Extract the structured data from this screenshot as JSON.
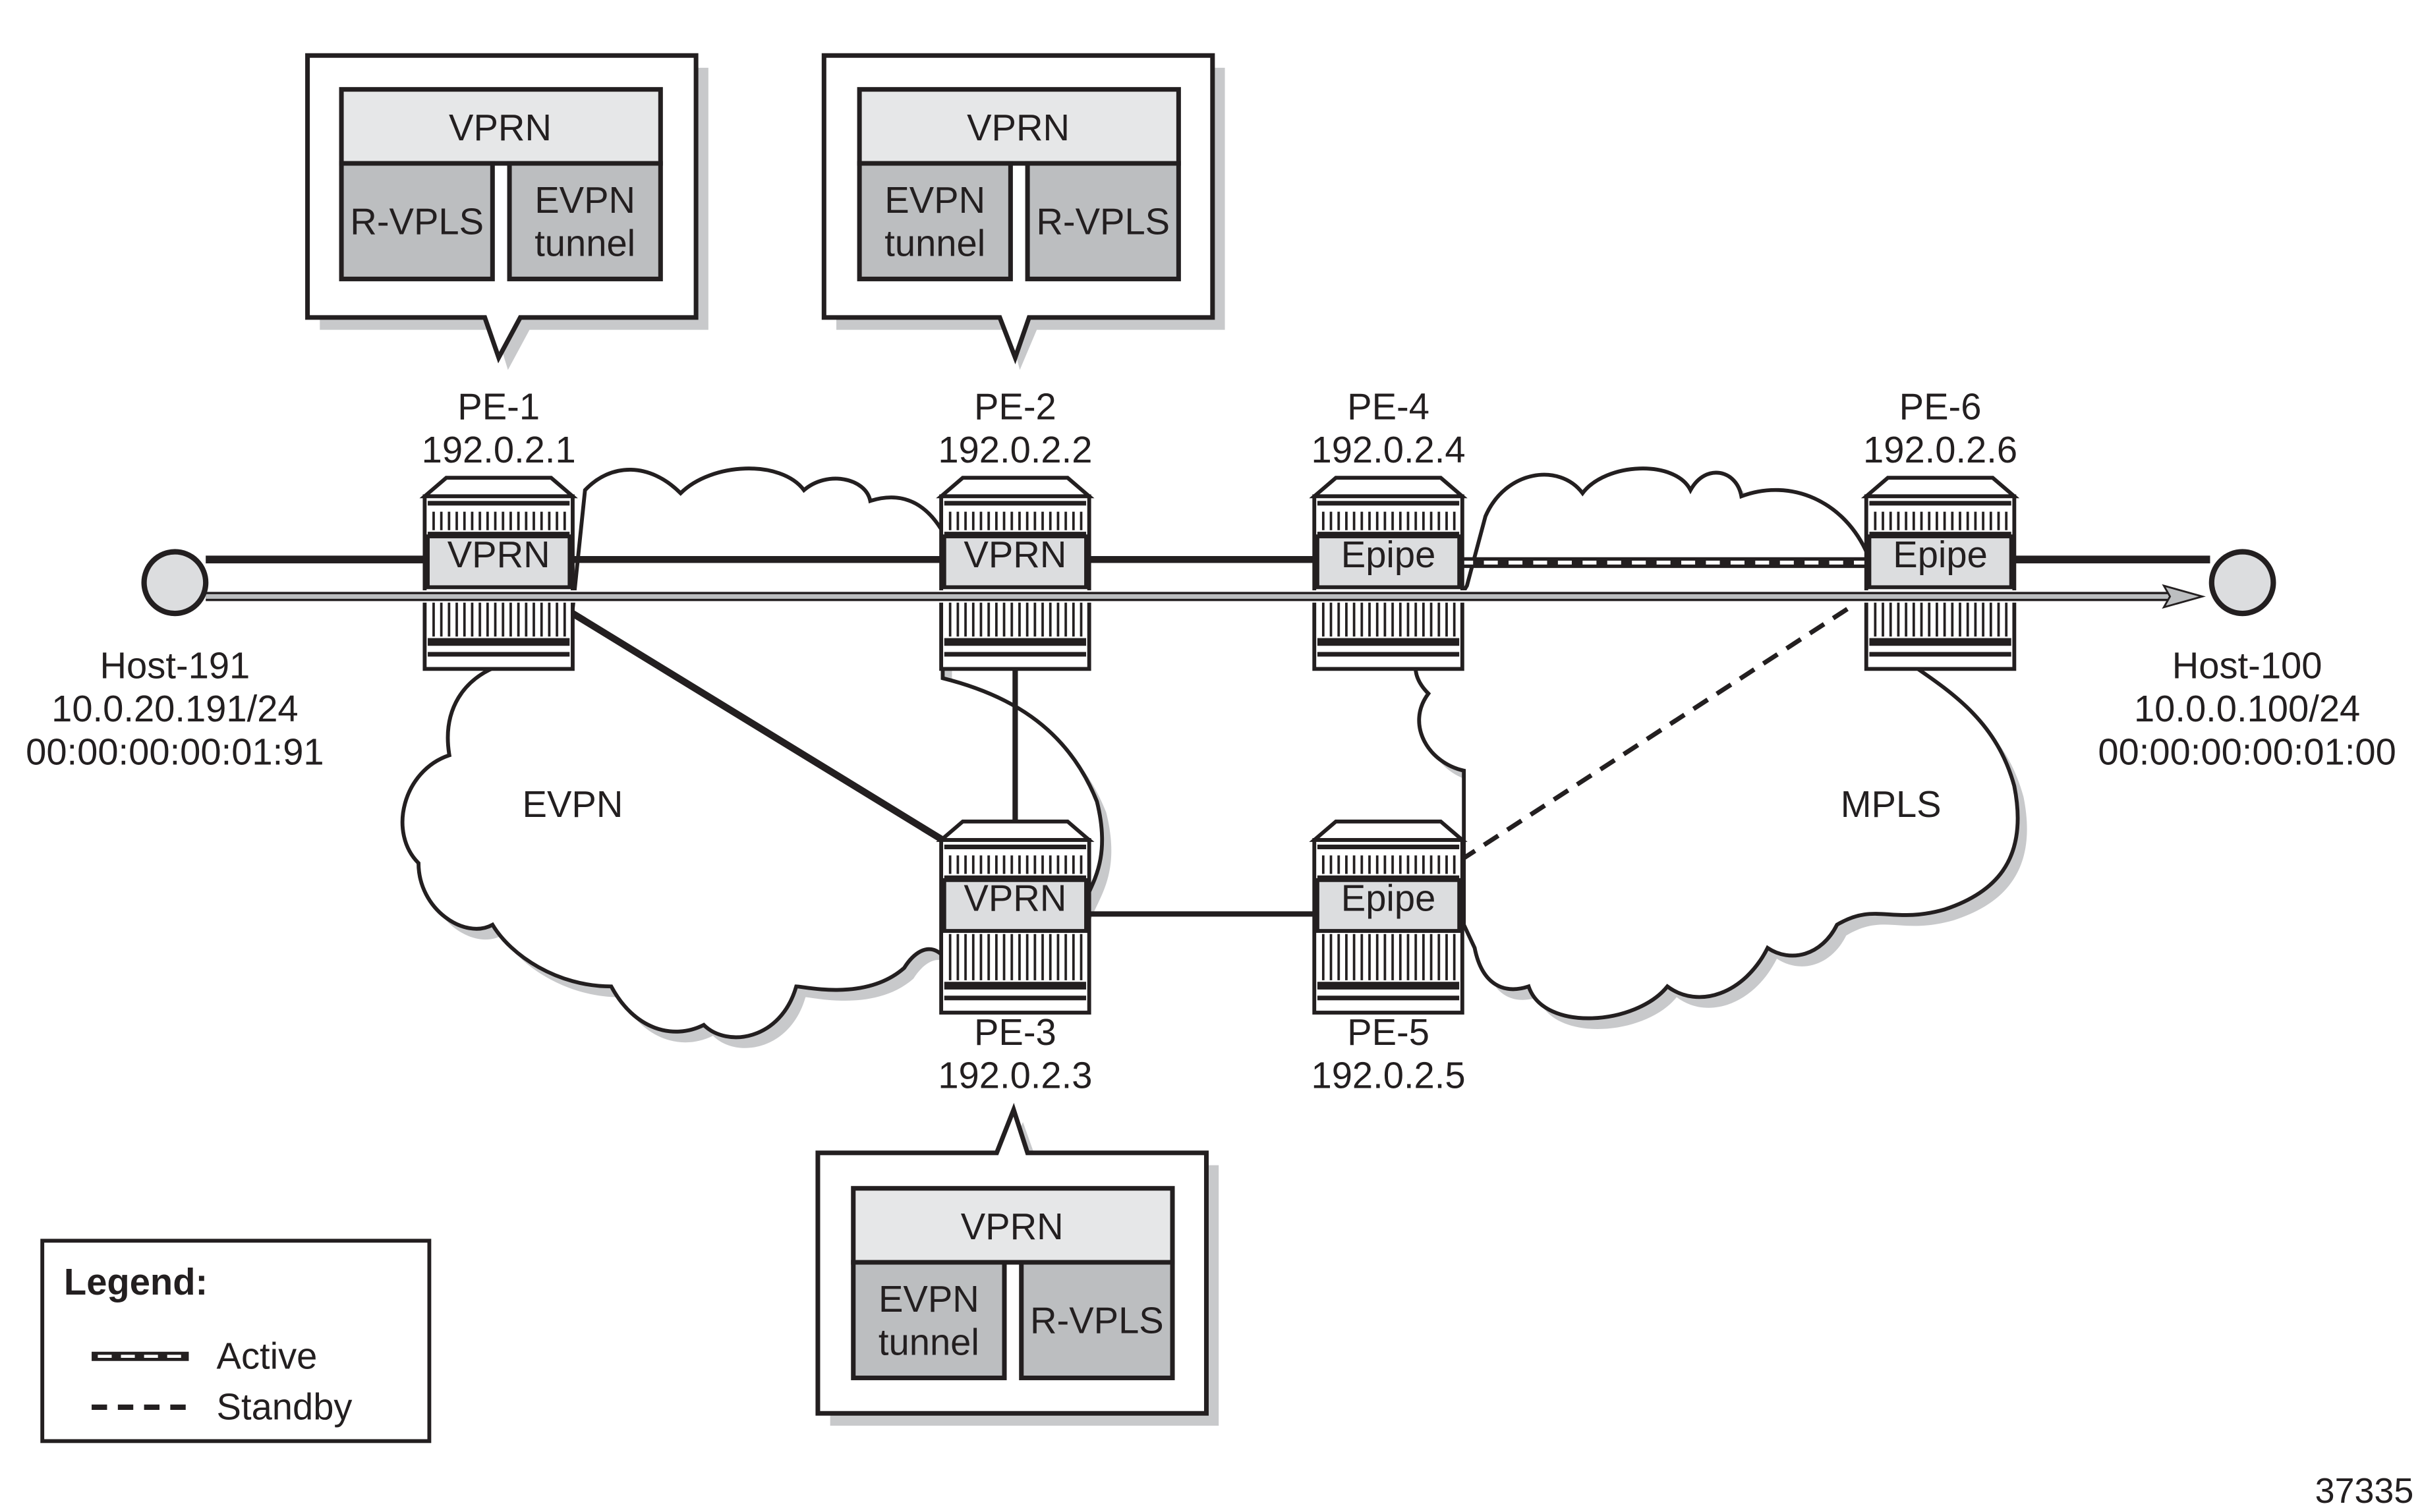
{
  "diagram": {
    "figure_id": "37335",
    "colors": {
      "line": "#231f20",
      "device_fill": "#dcdddf",
      "callout_header_fill": "#e6e7e8",
      "callout_cell_fill": "#bcbec0",
      "shadow": "#c8c9cb",
      "path_arrow": "#bcbec0"
    },
    "nodes": {
      "pe1": {
        "name": "PE-1",
        "ip": "192.0.2.1",
        "service": "VPRN"
      },
      "pe2": {
        "name": "PE-2",
        "ip": "192.0.2.2",
        "service": "VPRN"
      },
      "pe3": {
        "name": "PE-3",
        "ip": "192.0.2.3",
        "service": "VPRN"
      },
      "pe4": {
        "name": "PE-4",
        "ip": "192.0.2.4",
        "service": "Epipe"
      },
      "pe5": {
        "name": "PE-5",
        "ip": "192.0.2.5",
        "service": "Epipe"
      },
      "pe6": {
        "name": "PE-6",
        "ip": "192.0.2.6",
        "service": "Epipe"
      }
    },
    "hosts": {
      "host191": {
        "name": "Host-191",
        "ip": "10.0.20.191/24",
        "mac": "00:00:00:00:01:91"
      },
      "host100": {
        "name": "Host-100",
        "ip": "10.0.0.100/24",
        "mac": "00:00:00:00:01:00"
      }
    },
    "clouds": {
      "evpn": "EVPN",
      "mpls": "MPLS"
    },
    "callouts": {
      "pe1": {
        "header": "VPRN",
        "left_line1": "R-VPLS",
        "left_line2": "",
        "right_line1": "EVPN",
        "right_line2": "tunnel"
      },
      "pe2": {
        "header": "VPRN",
        "left_line1": "EVPN",
        "left_line2": "tunnel",
        "right_line1": "R-VPLS",
        "right_line2": ""
      },
      "pe3": {
        "header": "VPRN",
        "left_line1": "EVPN",
        "left_line2": "tunnel",
        "right_line1": "R-VPLS",
        "right_line2": ""
      }
    },
    "links": [
      {
        "from": "Host-191",
        "to": "PE-1",
        "type": "solid"
      },
      {
        "from": "PE-1",
        "to": "PE-2",
        "type": "solid"
      },
      {
        "from": "PE-2",
        "to": "PE-4",
        "type": "solid"
      },
      {
        "from": "PE-4",
        "to": "PE-6",
        "type": "active"
      },
      {
        "from": "PE-6",
        "to": "Host-100",
        "type": "solid"
      },
      {
        "from": "PE-1",
        "to": "PE-3",
        "type": "solid"
      },
      {
        "from": "PE-2",
        "to": "PE-3",
        "type": "solid"
      },
      {
        "from": "PE-3",
        "to": "PE-5",
        "type": "solid"
      },
      {
        "from": "PE-5",
        "to": "PE-6",
        "type": "standby"
      }
    ],
    "traffic_path": {
      "from": "Host-191",
      "to": "Host-100"
    },
    "legend": {
      "title": "Legend:",
      "items": [
        {
          "label": "Active",
          "style": "active"
        },
        {
          "label": "Standby",
          "style": "standby"
        }
      ]
    }
  }
}
